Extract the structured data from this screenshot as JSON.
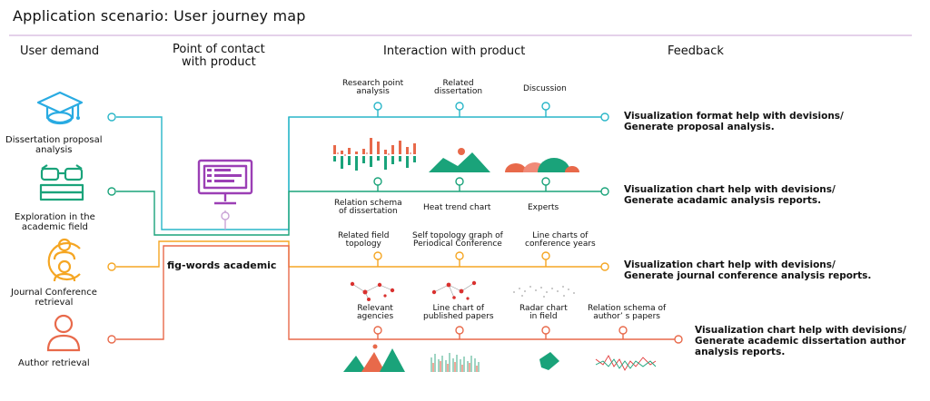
{
  "title": "Application scenario: User journey map",
  "headers": {
    "user_demand": "User demand",
    "point_of_contact": "Point of contact\nwith product",
    "interaction": "Interaction with product",
    "feedback": "Feedback"
  },
  "demands": [
    {
      "label": "Dissertation proposal\nanalysis",
      "icon": "graduation-cap-icon",
      "color": "#29abe2"
    },
    {
      "label": "Exploration in the\nacademic field",
      "icon": "glasses-books-icon",
      "color": "#1aa37a"
    },
    {
      "label": "Journal Conference\nretrieval",
      "icon": "people-group-icon",
      "color": "#f5a623"
    },
    {
      "label": "Author retrieval",
      "icon": "person-icon",
      "color": "#e8694a"
    }
  ],
  "contact": {
    "label": "fig-words academic",
    "icon": "computer-monitor-icon",
    "icon_color": "#9b3fb5"
  },
  "interactions": {
    "row1_top": [
      "Research point\nanalysis",
      "Related\ndissertation",
      "Discussion"
    ],
    "row1_bottom": [
      "Relation schema\nof dissertation",
      "Heat trend chart",
      "Experts"
    ],
    "row2_top": [
      "Related field\ntopology",
      "Self topology graph of\nPeriodical Conference",
      "Line charts of\nconference years"
    ],
    "row3_top": [
      "Relevant\nagencies",
      "Line chart of\npublished papers",
      "Radar chart\nin field",
      "Relation schema of\nauthor’ s papers"
    ]
  },
  "feedback": [
    "Visualization format help with devisions/\nGenerate proposal analysis.",
    "Visualization chart help with devisions/\nGenerate acadamic analysis reports.",
    "Visualization chart help with devisions/\nGenerate journal conference analysis reports.",
    "Visualization chart help with devisions/\nGenerate academic dissertation author\nanalysis reports."
  ],
  "colors": {
    "teal": "#29b6c8",
    "green": "#1aa37a",
    "orange": "#f5a623",
    "coral": "#e8694a",
    "purple": "#c9a3d6",
    "red": "#e23b3b",
    "dot_red": "#d9312f"
  }
}
